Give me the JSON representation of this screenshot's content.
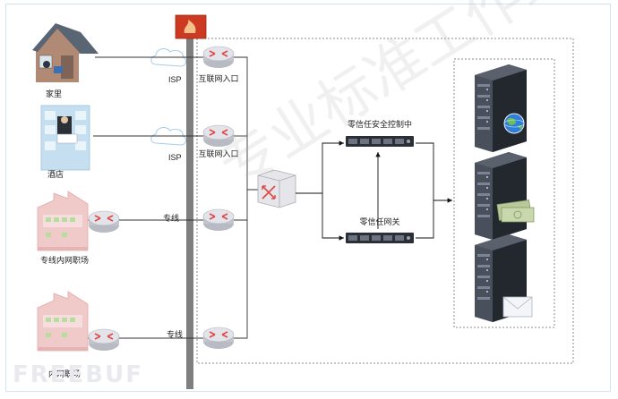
{
  "colors": {
    "backbone": "#7d7d7d",
    "router_body": "#dcdde4",
    "router_arrow": "#e04848",
    "firewall": "#d23b1f",
    "server": "#2b2f37",
    "building": "#efc3c3",
    "house_roof": "#56606e",
    "house_wall": "#b18b76"
  },
  "locations": [
    {
      "label": "家里",
      "icon": "house-icon"
    },
    {
      "label": "酒店",
      "icon": "hotel-icon"
    },
    {
      "label": "专线内网职场",
      "icon": "office-building-icon"
    },
    {
      "label": "内网职场",
      "icon": "office-building-icon"
    }
  ],
  "links": [
    {
      "label": "ISP",
      "router_label": "互联网入口"
    },
    {
      "label": "ISP",
      "router_label": "互联网入口"
    },
    {
      "label": "专线",
      "router_label": ""
    },
    {
      "label": "专线",
      "router_label": ""
    }
  ],
  "control_plane": {
    "label": "零信任安全控制中"
  },
  "gateway": {
    "label": "零信任网关"
  },
  "servers": [
    {
      "overlay": "globe-icon"
    },
    {
      "overlay": "money-icon"
    },
    {
      "overlay": "envelope-icon"
    }
  ],
  "watermark": {
    "text": "FREEBUF",
    "cn_text": "专业标准工作组"
  }
}
